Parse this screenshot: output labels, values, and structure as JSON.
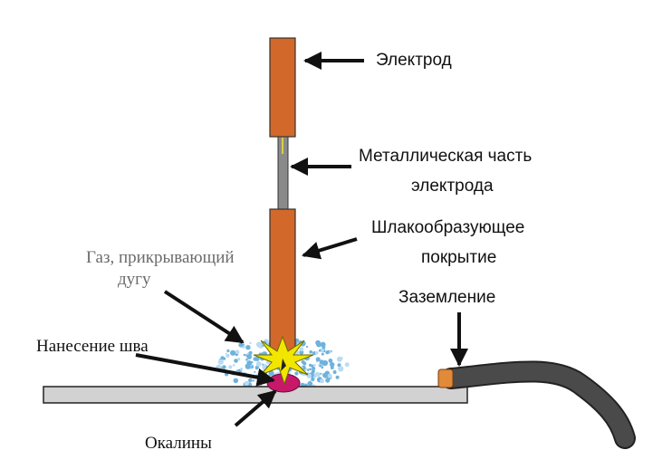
{
  "labels": {
    "electrode": "Электрод",
    "metal_part_line1": "Металлическая часть",
    "metal_part_line2": "электрода",
    "coating_line1": "Шлакообразующее",
    "coating_line2": "покрытие",
    "gas_line1": "Газ, прикрывающий",
    "gas_line2": "дугу",
    "weld": "Нанесение шва",
    "grounding": "Заземление",
    "scale": "Окалины"
  },
  "colors": {
    "electrode_coating": "#d2682a",
    "metal_core": "#8a8a8a",
    "base_plate": "#d2d2d2",
    "cable": "#4a4a4a",
    "cable_tip": "#e08a3a",
    "arc_spark": "#f2e600",
    "gas_cloud": "#6fb2dc",
    "weld_pool": "#c8186a",
    "arrow": "#111111"
  }
}
